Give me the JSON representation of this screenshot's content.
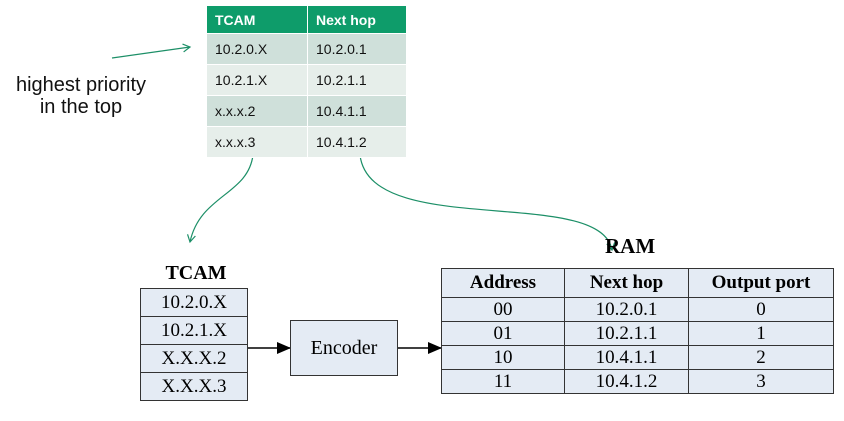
{
  "top_table": {
    "headers": [
      "TCAM",
      "Next hop"
    ],
    "rows": [
      [
        "10.2.0.X",
        "10.2.0.1"
      ],
      [
        "10.2.1.X",
        "10.2.1.1"
      ],
      [
        "x.x.x.2",
        "10.4.1.1"
      ],
      [
        "x.x.x.3",
        "10.4.1.2"
      ]
    ]
  },
  "note": {
    "line1": "highest priority",
    "line2": "in the top"
  },
  "tcam": {
    "title": "TCAM",
    "entries": [
      "10.2.0.X",
      "10.2.1.X",
      "X.X.X.2",
      "X.X.X.3"
    ]
  },
  "encoder": {
    "label": "Encoder"
  },
  "ram": {
    "title": "RAM",
    "headers": [
      "Address",
      "Next hop",
      "Output port"
    ],
    "rows": [
      [
        "00",
        "10.2.0.1",
        "0"
      ],
      [
        "01",
        "10.2.1.1",
        "1"
      ],
      [
        "10",
        "10.4.1.1",
        "2"
      ],
      [
        "11",
        "10.4.1.2",
        "3"
      ]
    ]
  },
  "colors": {
    "header_green": "#0e9c6a",
    "row_green_dark": "#cfe0da",
    "row_green_light": "#e6eeea",
    "connector_green": "#1c8f67",
    "box_fill": "#e4ebf4"
  }
}
